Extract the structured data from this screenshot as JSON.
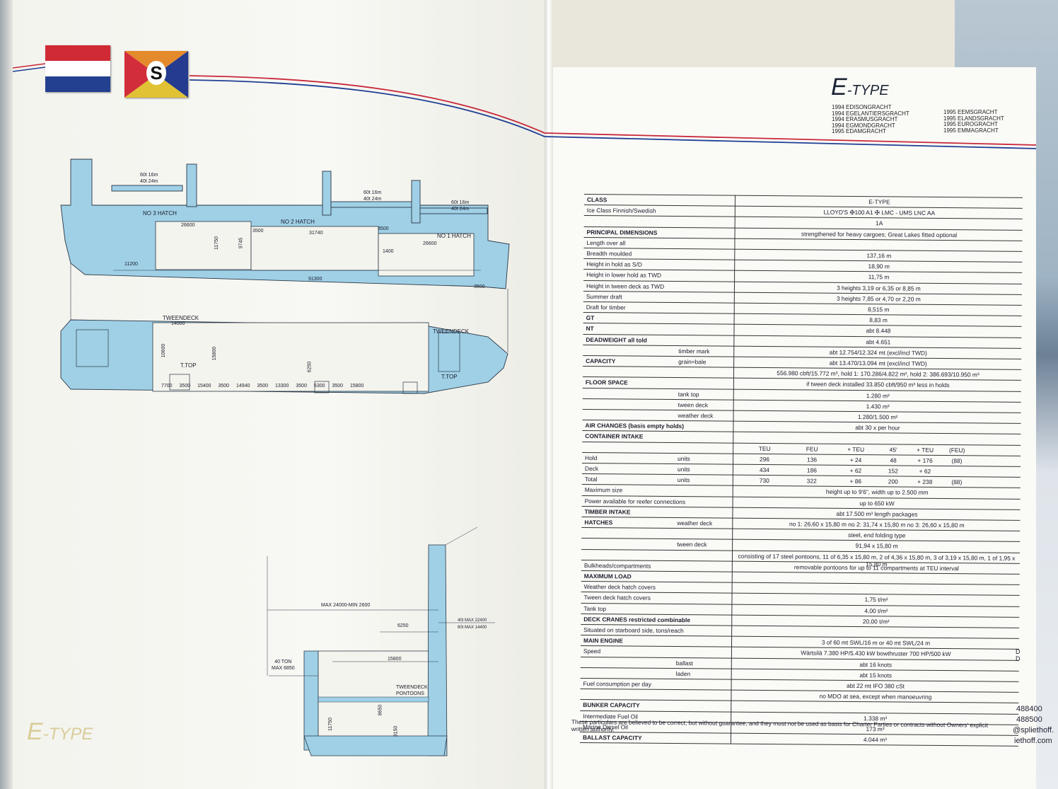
{
  "left_page": {
    "drawing_labels": {
      "crane_aft": [
        "60t 16m",
        "40t 24m"
      ],
      "crane_mid": [
        "60t 16m",
        "40t 24m"
      ],
      "crane_fwd": [
        "60t 16m",
        "40t 24m"
      ],
      "hatch3": "NO 3 HATCH",
      "hatch2": "NO 2 HATCH",
      "hatch1": "NO 1 HATCH",
      "d26600a": "26600",
      "d3500a": "3500",
      "d31740": "31740",
      "d3500b": "3500",
      "d26600b": "26600",
      "d11750": "11750",
      "d9745": "9745",
      "d1400": "1400",
      "d11200": "11200",
      "d91300": "91300",
      "d3500c": "3500",
      "tweendeck_aft": "TWEENDECK",
      "tweendeck_fwd": "TWEENDECK",
      "d14000": "14000",
      "d10600": "10600",
      "d15800a": "15800",
      "d6250": "6250",
      "ttop_aft": "T.TOP",
      "ttop_fwd": "T.TOP",
      "plan_dims": [
        "7700",
        "3500",
        "15400",
        "3500",
        "14940",
        "3500",
        "13300",
        "3500",
        "6300",
        "3500",
        "15800"
      ],
      "max_reach": "MAX 24000-MIN 2600",
      "d6250b": "6250",
      "crane_load_1": "40t MAX 22400",
      "crane_load_2": "60t MAX 14400",
      "forty_ton": [
        "40 TON",
        "MAX 6850"
      ],
      "d15800b": "15800",
      "pontoons": [
        "TWEENDECK",
        "PONTOONS"
      ],
      "d11750b": "11750",
      "d8650": "8650",
      "d3150": "3150"
    },
    "logo": {
      "big": "E",
      "small": "-TYPE"
    }
  },
  "right_page": {
    "heading": {
      "big": "E",
      "small": "-TYPE"
    },
    "ships_col1": [
      "1994 EDISONGRACHT",
      "1994 EGELANTIERSGRACHT",
      "1994 ERASMUSGRACHT",
      "1994 EGMONDGRACHT",
      "1995 EDAMGRACHT"
    ],
    "ships_col2": [
      "1995 EEMSGRACHT",
      "1995 ELANDSGRACHT",
      "1995 EUROGRACHT",
      "1995 EMMAGRACHT"
    ],
    "edge_text": [
      "488400",
      "488500",
      "@spliethoff.",
      "iethoff.com"
    ],
    "edge_marks": [
      "D",
      "D"
    ]
  },
  "spec_table": {
    "rows": [
      {
        "label": "CLASS",
        "bold": true,
        "sub": "",
        "value": "E-TYPE"
      },
      {
        "label": "Ice Class Finnish/Swedish",
        "bold": false,
        "sub": "",
        "value": "LLOYD'S ✠100 A1 ✠ LMC - UMS  LNC AA"
      },
      {
        "label": "",
        "bold": false,
        "sub": "",
        "value": "1A"
      },
      {
        "label": "PRINCIPAL DIMENSIONS",
        "bold": true,
        "sub": "",
        "value": "strengthened for heavy cargoes; Great Lakes fitted optional"
      },
      {
        "label": "Length over all",
        "bold": false,
        "sub": "",
        "value": ""
      },
      {
        "label": "Breadth moulded",
        "bold": false,
        "sub": "",
        "value": "137,16 m"
      },
      {
        "label": "Height in hold as S/D",
        "bold": false,
        "sub": "",
        "value": "18,90 m"
      },
      {
        "label": "Height in lower hold as TWD",
        "bold": false,
        "sub": "",
        "value": "11,75 m"
      },
      {
        "label": "Height in tween deck as TWD",
        "bold": false,
        "sub": "",
        "value": "3 heights 3,19 or 6,35 or 8,85 m"
      },
      {
        "label": "Summer draft",
        "bold": false,
        "sub": "",
        "value": "3 heights 7,85 or 4,70 or 2,20 m"
      },
      {
        "label": "Draft for timber",
        "bold": false,
        "sub": "",
        "value": "8,515 m"
      },
      {
        "label": "GT",
        "bold": true,
        "sub": "",
        "value": "8,83 m"
      },
      {
        "label": "NT",
        "bold": true,
        "sub": "",
        "value": "abt 8.448"
      },
      {
        "label": "DEADWEIGHT all told",
        "bold": true,
        "sub": "",
        "value": "abt 4.651"
      },
      {
        "label": "",
        "bold": false,
        "sub": "timber mark",
        "value": "abt 12.754/12.324 mt (excl/incl TWD)"
      },
      {
        "label": "CAPACITY",
        "bold": true,
        "sub": "grain=bale",
        "value": "abt 13.470/13.094 mt (excl/incl TWD)"
      },
      {
        "label": "",
        "bold": false,
        "sub": "",
        "value": "556.980 cbft/15.772 m³, hold 1: 170.286/4.822 m³, hold 2: 386.693/10.950 m³"
      },
      {
        "label": "FLOOR SPACE",
        "bold": true,
        "sub": "",
        "value": "if tween deck installed 33.850 cbft/950 m³ less in holds"
      },
      {
        "label": "",
        "bold": false,
        "sub": "tank top",
        "value": "1.280 m²"
      },
      {
        "label": "",
        "bold": false,
        "sub": "tween deck",
        "value": "1.430 m²"
      },
      {
        "label": "",
        "bold": false,
        "sub": "weather deck",
        "value": "1.280/1.500 m²"
      },
      {
        "label": "AIR CHANGES (basis empty holds)",
        "bold": true,
        "sub": "",
        "value": "abt 30 x per hour"
      },
      {
        "label": "CONTAINER INTAKE",
        "bold": true,
        "sub": "",
        "value": ""
      }
    ],
    "container_header": [
      "TEU",
      "FEU",
      "+ TEU",
      "45'",
      "+ TEU",
      "(FEU)"
    ],
    "container_rows": [
      {
        "label": "Hold",
        "sub": "units",
        "cells": [
          "296",
          "136",
          "+ 24",
          "48",
          "+ 176",
          "(88)"
        ]
      },
      {
        "label": "Deck",
        "sub": "units",
        "cells": [
          "434",
          "186",
          "+ 62",
          "152",
          "+ 62",
          ""
        ]
      },
      {
        "label": "Total",
        "sub": "units",
        "cells": [
          "730",
          "322",
          "+ 86",
          "200",
          "+ 238",
          "(88)"
        ]
      }
    ],
    "rows2": [
      {
        "label": "Maximum size",
        "bold": false,
        "sub": "",
        "value": "height up to 9'6\", width up to 2.500 mm"
      },
      {
        "label": "Power available for reefer connections",
        "bold": false,
        "sub": "",
        "value": "up to 650 kW"
      },
      {
        "label": "TIMBER INTAKE",
        "bold": true,
        "sub": "",
        "value": "abt 17.500 m³ length packages"
      },
      {
        "label": "HATCHES",
        "bold": true,
        "sub": "weather deck",
        "value": "no 1: 26,60 x 15,80 m  no 2: 31,74 x 15,80 m  no 3: 26,60 x 15,80 m"
      },
      {
        "label": "",
        "bold": false,
        "sub": "",
        "value": "steel, end folding type"
      },
      {
        "label": "",
        "bold": false,
        "sub": "tween deck",
        "value": "91,94 x 15,80 m"
      },
      {
        "label": "",
        "bold": false,
        "sub": "",
        "value": "consisting of 17 steel pontoons, 11 of 6,35 x 15,80 m, 2 of 4,36 x 15,80 m, 3 of 3,19 x 15,80 m, 1 of 1,95 x 15,80 m"
      },
      {
        "label": "Bulkheads/compartments",
        "bold": false,
        "sub": "",
        "value": "removable pontoons for up to 11 compartments at TEU interval"
      },
      {
        "label": "MAXIMUM LOAD",
        "bold": true,
        "sub": "",
        "value": ""
      },
      {
        "label": "Weather deck hatch covers",
        "bold": false,
        "sub": "",
        "value": ""
      },
      {
        "label": "Tween deck hatch covers",
        "bold": false,
        "sub": "",
        "value": "1,75 t/m²"
      },
      {
        "label": "Tank top",
        "bold": false,
        "sub": "",
        "value": "4,00 t/m²"
      },
      {
        "label": "DECK CRANES restricted combinable",
        "bold": true,
        "sub": "",
        "value": "20,00 t/m²"
      },
      {
        "label": "Situated on starboard side, tons/reach",
        "bold": false,
        "sub": "",
        "value": ""
      },
      {
        "label": "MAIN ENGINE",
        "bold": true,
        "sub": "",
        "value": "3 of 60 mt SWL/16 m or 40 mt SWL/24 m"
      },
      {
        "label": "Speed",
        "bold": false,
        "sub": "",
        "value": "Wärtsilä 7.380 HP/5.430 kW   bowthruster 700 HP/500 kW"
      },
      {
        "label": "",
        "bold": false,
        "sub": "ballast",
        "value": "abt 16 knots"
      },
      {
        "label": "",
        "bold": false,
        "sub": "laden",
        "value": "abt 15 knots"
      },
      {
        "label": "Fuel consumption per day",
        "bold": false,
        "sub": "",
        "value": "abt 22 mt IFO 380 cSt"
      },
      {
        "label": "",
        "bold": false,
        "sub": "",
        "value": "no MDO at sea, except when manoeuvring"
      },
      {
        "label": "BUNKER CAPACITY",
        "bold": true,
        "sub": "",
        "value": ""
      },
      {
        "label": "Intermediate Fuel Oil",
        "bold": false,
        "sub": "",
        "value": "1.338 m³"
      },
      {
        "label": "Marine Diesel Oil",
        "bold": false,
        "sub": "",
        "value": "173 m³"
      },
      {
        "label": "BALLAST CAPACITY",
        "bold": true,
        "sub": "",
        "value": "4.044 m³"
      }
    ],
    "footnote": "These particulars are believed to be correct, but without guarantee, and they must not be used as basis for Charter Parties or contracts without Owners' explicit written authority."
  },
  "colors": {
    "ship_fill": "#9fd0e6",
    "ship_stroke": "#2a3644",
    "stripe_red": "#c8283a",
    "stripe_blue": "#1f3f94",
    "nl_red": "#d02a35",
    "nl_blue": "#22408f",
    "house_orange": "#e58a2c",
    "house_red": "#d22d3a",
    "house_blue": "#243b8f"
  }
}
